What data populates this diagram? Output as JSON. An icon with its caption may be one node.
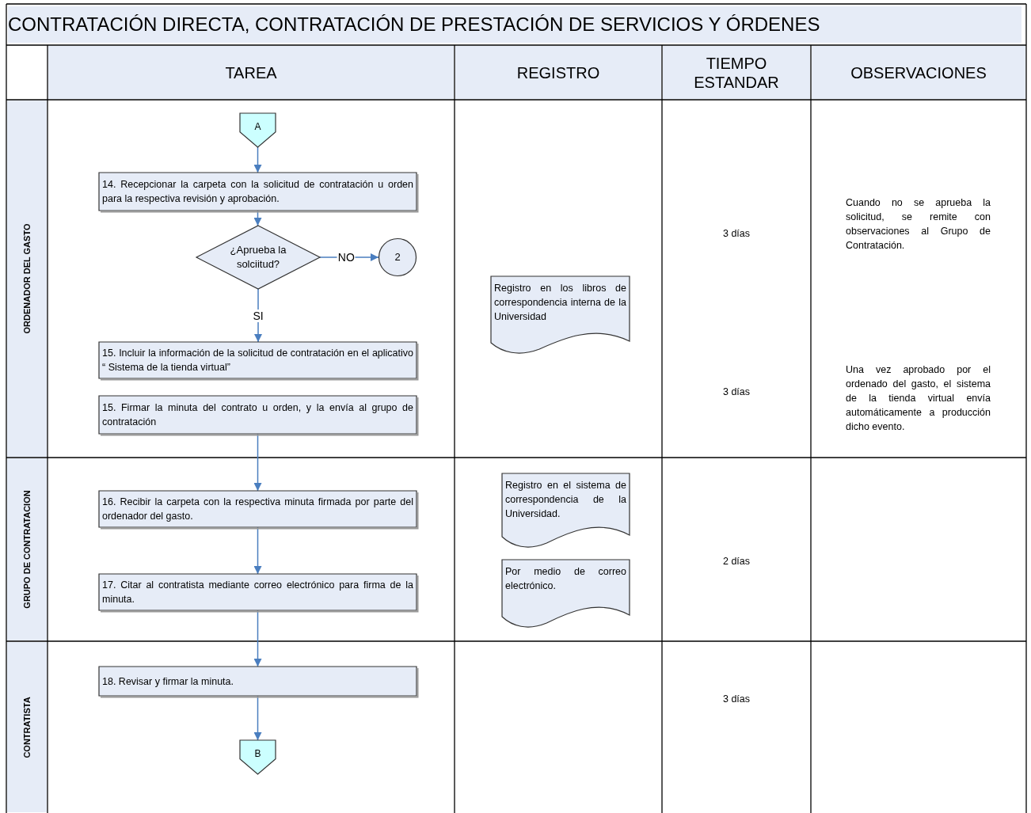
{
  "diagram": {
    "title": "CONTRATACIÓN DIRECTA, CONTRATACIÓN DE PRESTACIÓN DE SERVICIOS Y ÓRDENES",
    "nodes": [
      {
        "text": [
          "A"
        ]
      },
      {
        "text": [
          "14. Recepcionar la carpeta con la solicitud de contratación u orden para la respectiva revisión y aprobación."
        ]
      },
      {
        "text": [
          "¿Aprueba la solciitud?"
        ]
      },
      {
        "text": [
          "2"
        ]
      },
      {
        "text": [
          "15. Incluir la información de la solicitud de contratación en el aplicativo “ Sistema de la tienda virtual”"
        ]
      },
      {
        "text": [
          "15. Firmar la minuta del contrato u orden, y la envía al grupo de contratación"
        ]
      },
      {
        "text": [
          "16. Recibir la carpeta con la respectiva minuta firmada por parte del ordenador del gasto."
        ]
      },
      {
        "text": [
          "17. Citar al contratista mediante correo electrónico para firma de la minuta."
        ]
      },
      {
        "text": [
          "18. Revisar y firmar la minuta."
        ]
      },
      {
        "text": [
          "B"
        ]
      },
      {
        "text": [
          "Registro en los libros de correspondencia interna de la Universidad"
        ]
      },
      {
        "text": [
          "Registro en el sistema de correspondencia de la Universidad."
        ]
      },
      {
        "text": [
          "Por medio de correo electrónico."
        ]
      }
    ],
    "edges": [
      {
        "from": 0,
        "to": 1,
        "arrow": "to"
      },
      {
        "from": 1,
        "to": 2,
        "arrow": "to"
      },
      {
        "from": 2,
        "to": 3,
        "arrow": "to",
        "label": "NO"
      },
      {
        "from": 2,
        "to": 4,
        "arrow": "to",
        "label": "SI"
      },
      {
        "from": 5,
        "to": 6,
        "arrow": "to"
      },
      {
        "from": 6,
        "to": 7,
        "arrow": "to"
      },
      {
        "from": 7,
        "to": 8,
        "arrow": "to"
      },
      {
        "from": 8,
        "to": 9,
        "arrow": "to"
      }
    ],
    "labels": [
      "TAREA",
      "REGISTRO",
      "TIEMPO ESTANDAR",
      "OBSERVACIONES",
      "ORDENADOR DEL GASTO",
      "3 días",
      "Cuando no se aprueba la solicitud, se remite con observaciones al Grupo de Contratación.",
      "3 días",
      "Una vez aprobado por el ordenado del gasto, el sistema de la tienda virtual envía automáticamente a producción dicho evento.",
      "GRUPO DE CONTRATACION",
      "2 días",
      "CONTRATISTA",
      "3 días"
    ]
  }
}
